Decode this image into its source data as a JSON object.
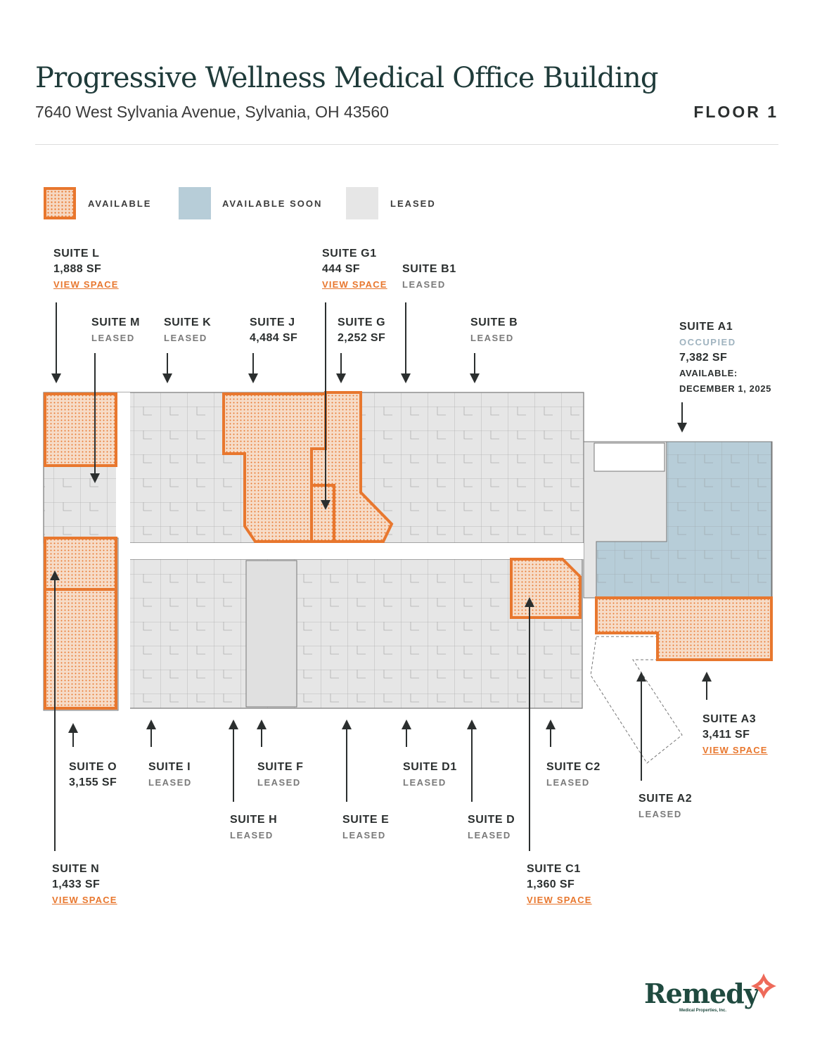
{
  "header": {
    "title": "Progressive Wellness Medical Office Building",
    "address": "7640 West Sylvania Avenue, Sylvania, OH 43560",
    "floor": "FLOOR 1"
  },
  "legend": [
    {
      "label": "AVAILABLE",
      "color": "#E8772E"
    },
    {
      "label": "AVAILABLE SOON",
      "color": "#B7CDD8"
    },
    {
      "label": "LEASED",
      "color": "#E6E6E6"
    }
  ],
  "suites": [
    {
      "id": "L",
      "name": "SUITE L",
      "sf": "1,888 SF",
      "link": "VIEW SPACE"
    },
    {
      "id": "M",
      "name": "SUITE M",
      "status": "LEASED"
    },
    {
      "id": "K",
      "name": "SUITE K",
      "status": "LEASED"
    },
    {
      "id": "J",
      "name": "SUITE J",
      "sf": "4,484 SF"
    },
    {
      "id": "G1",
      "name": "SUITE G1",
      "sf": "444 SF",
      "link": "VIEW SPACE"
    },
    {
      "id": "B1",
      "name": "SUITE B1",
      "status": "LEASED"
    },
    {
      "id": "G",
      "name": "SUITE G",
      "sf": "2,252 SF"
    },
    {
      "id": "B",
      "name": "SUITE B",
      "status": "LEASED"
    },
    {
      "id": "A1",
      "name": "SUITE A1",
      "status": "OCCUPIED",
      "sf": "7,382 SF",
      "available": "AVAILABLE:",
      "date": "DECEMBER 1, 2025"
    },
    {
      "id": "O",
      "name": "SUITE O",
      "sf": "3,155 SF"
    },
    {
      "id": "I",
      "name": "SUITE I",
      "status": "LEASED"
    },
    {
      "id": "F",
      "name": "SUITE F",
      "status": "LEASED"
    },
    {
      "id": "D1",
      "name": "SUITE D1",
      "status": "LEASED"
    },
    {
      "id": "C2",
      "name": "SUITE C2",
      "status": "LEASED"
    },
    {
      "id": "A3",
      "name": "SUITE A3",
      "sf": "3,411 SF",
      "link": "VIEW SPACE"
    },
    {
      "id": "H",
      "name": "SUITE H",
      "status": "LEASED"
    },
    {
      "id": "E",
      "name": "SUITE E",
      "status": "LEASED"
    },
    {
      "id": "D",
      "name": "SUITE D",
      "status": "LEASED"
    },
    {
      "id": "A2",
      "name": "SUITE A2",
      "status": "LEASED"
    },
    {
      "id": "N",
      "name": "SUITE N",
      "sf": "1,433 SF",
      "link": "VIEW SPACE"
    },
    {
      "id": "C1",
      "name": "SUITE C1",
      "sf": "1,360 SF",
      "link": "VIEW SPACE"
    }
  ],
  "logo": {
    "name": "Remedy",
    "subtitle": "Medical Properties, Inc."
  },
  "colors": {
    "available": "#E8772E",
    "available_soon": "#B7CDD8",
    "leased": "#E6E6E6",
    "title": "#1F3B3A"
  }
}
